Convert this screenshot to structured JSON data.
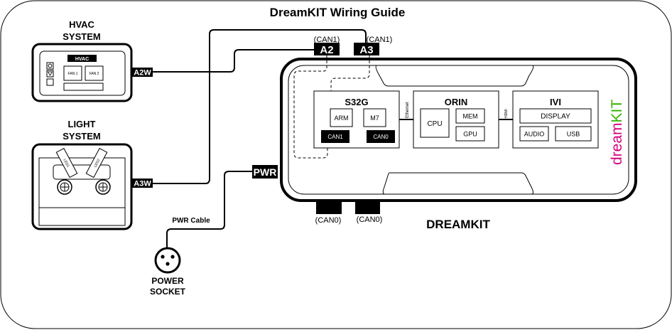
{
  "title": "DreamKIT Wiring Guide",
  "hvac": {
    "title_line1": "HVAC",
    "title_line2": "SYSTEM",
    "panel_label": "HVAC",
    "fan1": "FAN 1",
    "fan2": "FAN 2",
    "port": "A2W"
  },
  "light": {
    "title_line1": "LIGHT",
    "title_line2": "SYSTEM",
    "led1": "LED1",
    "led2": "LED2",
    "port": "A3W"
  },
  "connectors": {
    "a2_label": "A2",
    "a2_can": "(CAN1)",
    "a3_label": "A3",
    "a3_can": "(CAN1)",
    "pwr": "PWR",
    "bottom_left_can": "(CAN0)",
    "bottom_right_can": "(CAN0)"
  },
  "dreamkit": {
    "name": "DREAMKIT",
    "logo_dream": "dream",
    "logo_kit": "KIT",
    "logo_dream_color": "#d6007e",
    "logo_kit_color": "#35b400",
    "s32g": {
      "title": "S32G",
      "arm": "ARM",
      "m7": "M7",
      "can1": "CAN1",
      "can0": "CAN0"
    },
    "ethernet": "Ethernet",
    "orin": {
      "title": "ORIN",
      "cpu": "CPU",
      "mem": "MEM",
      "gpu": "GPU"
    },
    "hdmi": "HDMI",
    "ivi": {
      "title": "IVI",
      "display": "DISPLAY",
      "audio": "AUDIO",
      "usb": "USB"
    }
  },
  "power": {
    "cable_label": "PWR Cable",
    "socket_line1": "POWER",
    "socket_line2": "SOCKET"
  }
}
